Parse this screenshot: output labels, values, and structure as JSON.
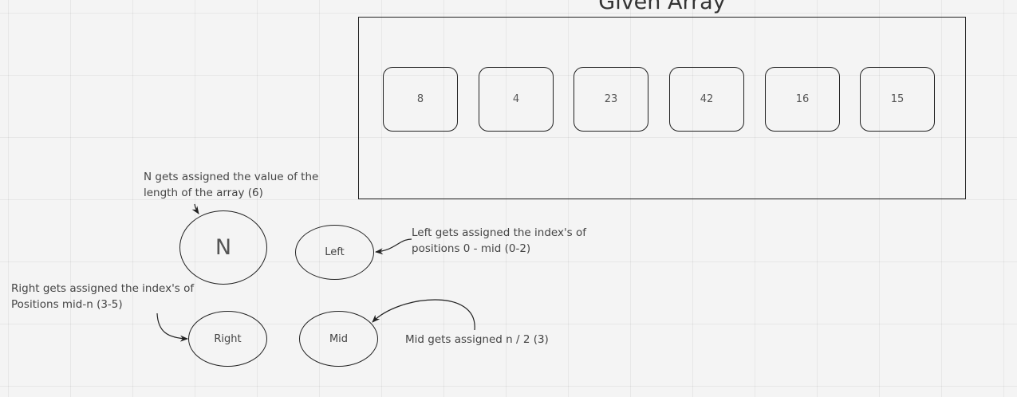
{
  "title": "Given Array",
  "array": {
    "cells": [
      "8",
      "4",
      "23",
      "42",
      "16",
      "15"
    ]
  },
  "nodes": {
    "n": "N",
    "left": "Left",
    "right": "Right",
    "mid": "Mid"
  },
  "notes": {
    "n_line1": "N gets assigned the value of the",
    "n_line2": "length of the array (6)",
    "left_line1": "Left gets assigned the index's of",
    "left_line2": "positions 0 - mid (0-2)",
    "right_line1": "Right gets assigned the index's of",
    "right_line2": "Positions mid-n (3-5)",
    "mid_line1": "Mid gets assigned n / 2 (3)"
  }
}
